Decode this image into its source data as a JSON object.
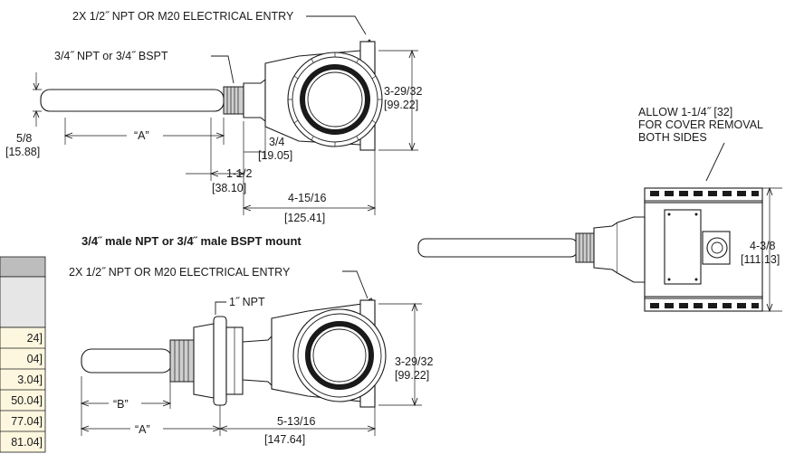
{
  "top_view": {
    "entry_callout": "2X 1/2˝ NPT OR M20 ELECTRICAL ENTRY",
    "thread_callout": "3/4˝ NPT or 3/4˝ BSPT",
    "dim_height": "3-29/32",
    "dim_height_mm": "[99.22]",
    "dim_probe_dia": "5/8",
    "dim_probe_dia_mm": "[15.88]",
    "dim_a": "“A”",
    "dim_hex": "3/4",
    "dim_hex_mm": "[19.05]",
    "dim_thread": "1-1/2",
    "dim_thread_mm": "[38.10]",
    "dim_length": "4-15/16",
    "dim_length_mm": "[125.41]",
    "caption": "3/4˝ male NPT or 3/4˝ male BSPT mount"
  },
  "bottom_view": {
    "entry_callout": "2X 1/2˝ NPT OR M20 ELECTRICAL ENTRY",
    "npt_callout": "1˝ NPT",
    "dim_height": "3-29/32",
    "dim_height_mm": "[99.22]",
    "dim_b": "“B”",
    "dim_a": "“A”",
    "dim_length": "5-13/16",
    "dim_length_mm": "[147.64]"
  },
  "side_view": {
    "cover_note_1": "ALLOW 1-1/4˝ [32]",
    "cover_note_2": "FOR COVER REMOVAL",
    "cover_note_3": "BOTH SIDES",
    "dim_height": "4-3/8",
    "dim_height_mm": "[111.13]"
  },
  "table": {
    "rows": [
      "24]",
      "04]",
      "3.04]",
      "50.04]",
      "77.04]",
      "81.04]"
    ]
  },
  "colors": {
    "ink": "#1a1a1a",
    "table_header": "#bdbdbd",
    "table_subheader": "#e6e6e6",
    "table_body": "#fdf7df"
  }
}
